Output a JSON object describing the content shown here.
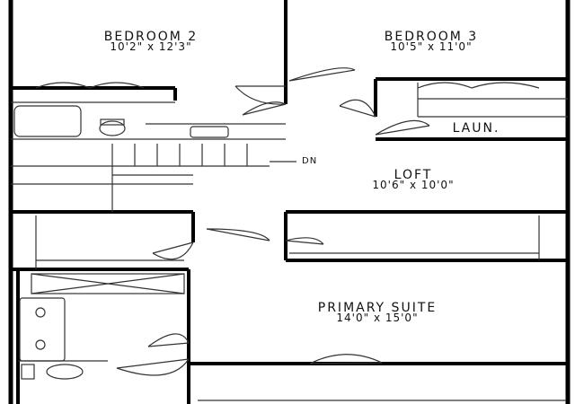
{
  "rooms": {
    "bedroom2": {
      "name": "BEDROOM 2",
      "dim": "10'2\" x 12'3\""
    },
    "bedroom3": {
      "name": "BEDROOM 3",
      "dim": "10'5\" x 11'0\""
    },
    "laundry": {
      "name": "LAUN."
    },
    "loft": {
      "name": "LOFT",
      "dim": "10'6\" x 10'0\""
    },
    "primary": {
      "name": "PRIMARY SUITE",
      "dim": "14'0\" x 15'0\""
    }
  },
  "stairs": {
    "label": "DN"
  },
  "colors": {
    "wall": "#000000",
    "line": "#333333",
    "background": "#ffffff"
  }
}
